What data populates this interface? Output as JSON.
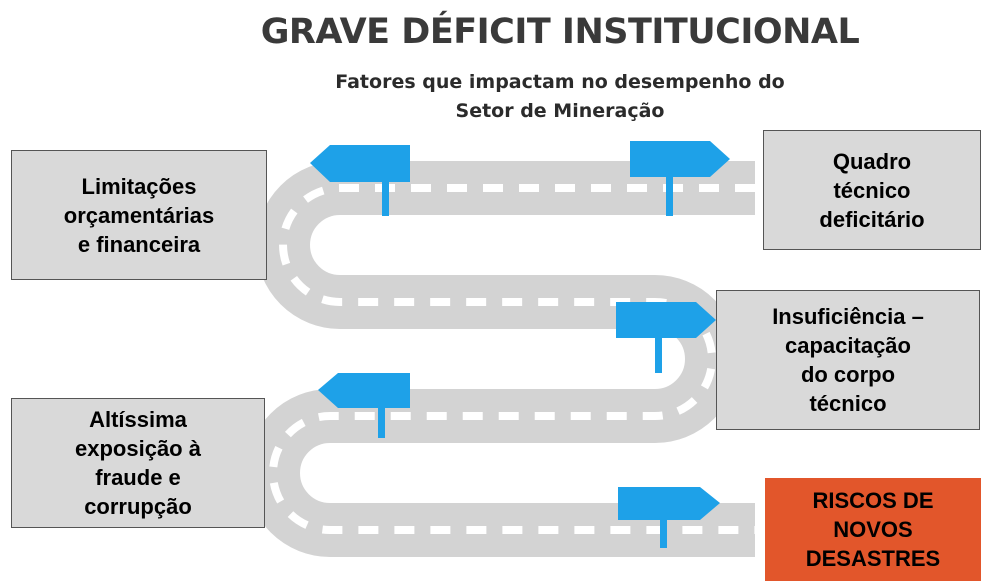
{
  "header": {
    "title": "GRAVE DÉFICIT INSTITUCIONAL",
    "subtitle": "Fatores que impactam no desempenho do\nSetor de Mineração"
  },
  "factors": [
    {
      "label": "Limitações\norçamentárias\ne financeira"
    },
    {
      "label": "Quadro\ntécnico\ndeficitário"
    },
    {
      "label": "Insuficiência –\ncapacitação\ndo corpo\ntécnico"
    },
    {
      "label": "Altíssima\nexposição à\nfraude e\ncorrupção"
    },
    {
      "label": "RISCOS DE\nNOVOS\nDESASTRES"
    }
  ],
  "colors": {
    "road": "#d3d3d3",
    "road_dash": "#ffffff",
    "sign": "#1ea1e8",
    "box": "#d9d9d9",
    "alert": "#e2562b"
  }
}
